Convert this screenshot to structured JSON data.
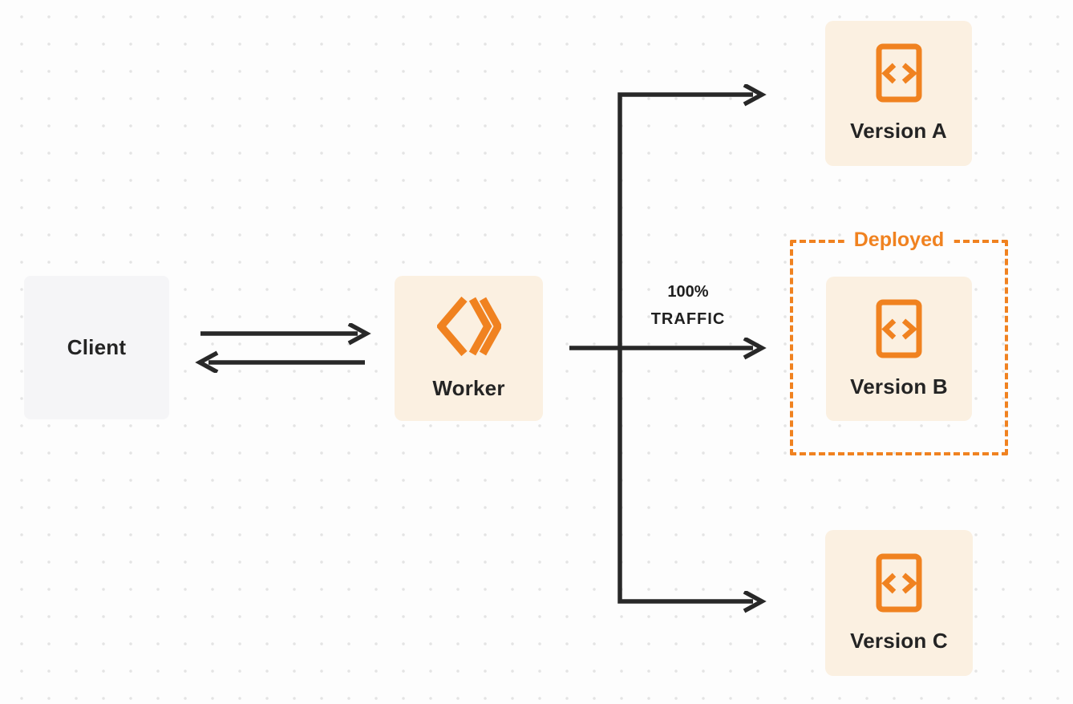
{
  "page": {
    "bg_color": "#FDFDFD",
    "dot_grid_color": "#E4E4E4",
    "line_color": "#282828"
  },
  "colors": {
    "accent_orange": "#F08220",
    "node_cream": "#FBF0E1",
    "client_gray": "#F5F5F7",
    "text_dark": "#242424"
  },
  "icons": {
    "worker": "cloudflare-workers-icon",
    "version": "code-file-icon"
  },
  "nodes": {
    "client": {
      "label": "Client"
    },
    "worker": {
      "label": "Worker"
    },
    "version_a": {
      "label": "Version A"
    },
    "version_b": {
      "label": "Version B"
    },
    "version_c": {
      "label": "Version C"
    }
  },
  "edges": {
    "traffic_label_line1": "100%",
    "traffic_label_line2": "TRAFFIC",
    "deployed_badge": "Deployed"
  }
}
